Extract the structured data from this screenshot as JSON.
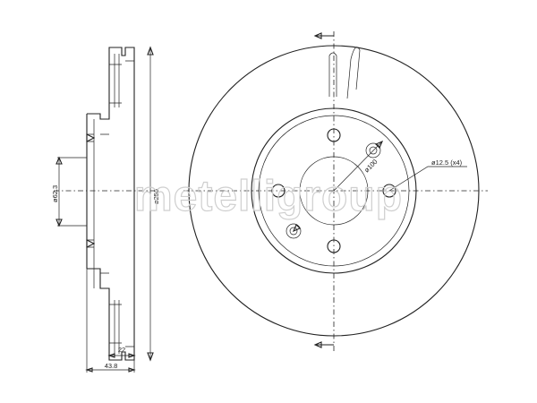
{
  "watermark": "metelligroup",
  "dimensions": {
    "total_diameter": "ø256",
    "hub_diameter": "ø62.3",
    "bolt_circle": "ø100",
    "bolt_holes": "ø12.5 (x4)",
    "disc_thickness": "22",
    "total_height": "43.8"
  },
  "colors": {
    "line": "#222222",
    "watermark": "#cfcfcf"
  }
}
